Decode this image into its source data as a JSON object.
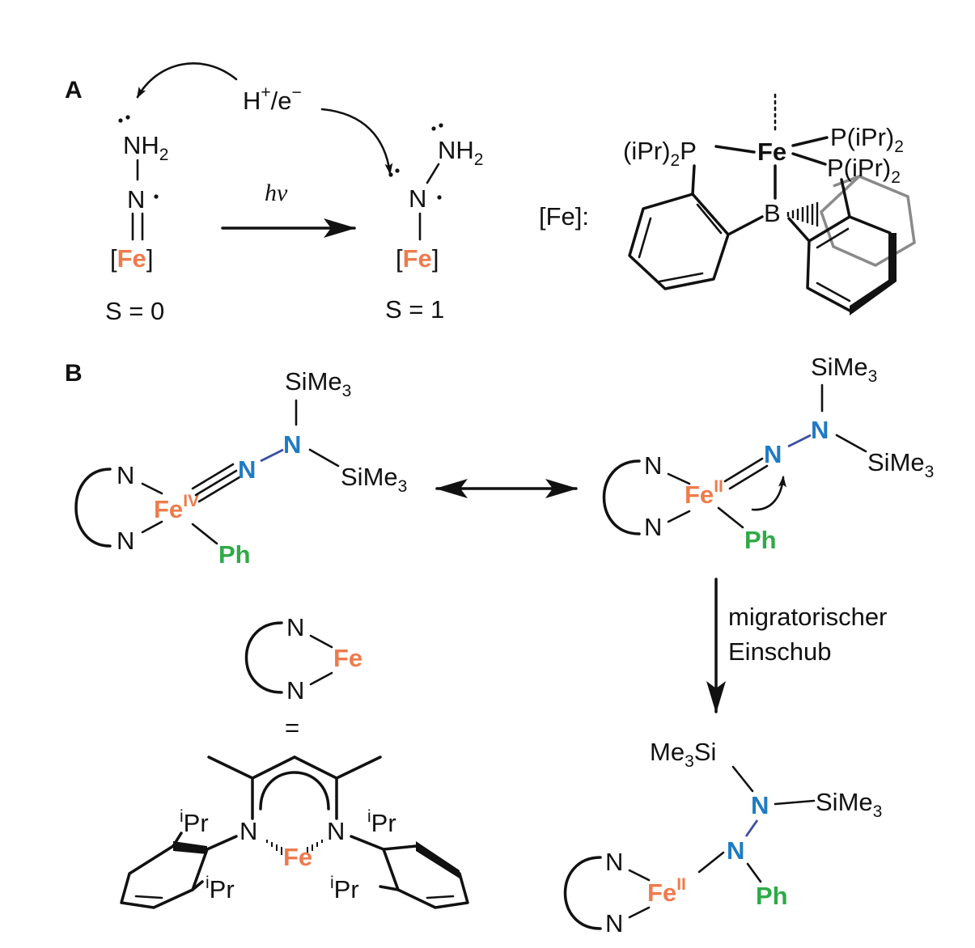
{
  "panels": {
    "a": "A",
    "b": "B"
  },
  "colors": {
    "fe": "#EE7B4D",
    "nitrogen": "#1F7BC2",
    "phenyl": "#2FAA47",
    "bond": "#111111",
    "back_ring": "#8a8a8a"
  },
  "scheme_a": {
    "reagent": "H",
    "reagent_sup": "+",
    "reagent_rest": "/e",
    "reagent_sup2": "−",
    "arrow_label": "hv",
    "left": {
      "nh2": "NH",
      "nh2_sub": "2",
      "n": "N",
      "fe": "Fe",
      "open": "[",
      "close": "]",
      "spin": "S = 0"
    },
    "right": {
      "nh2": "NH",
      "nh2_sub": "2",
      "n": "N",
      "fe": "Fe",
      "open": "[",
      "close": "]",
      "spin": "S = 1"
    },
    "ligand": {
      "label": "[Fe]:",
      "fe": "Fe",
      "b": "B",
      "p_left": "(iPr)",
      "p_left_sub": "2",
      "p_left_atom": "P",
      "p_right1": "P(iPr)",
      "p_right1_sub": "2",
      "p_right2": "P(iPr)",
      "p_right2_sub": "2"
    }
  },
  "scheme_b": {
    "left": {
      "n_top": "N",
      "n_bottom": "N",
      "fe": "Fe",
      "fe_ox": "IV",
      "n_alpha": "N",
      "n_beta": "N",
      "si_top": "SiMe",
      "si_top_sub": "3",
      "si_right": "SiMe",
      "si_right_sub": "3",
      "ph": "Ph"
    },
    "right": {
      "n_top": "N",
      "n_bottom": "N",
      "fe": "Fe",
      "fe_ox": "II",
      "n_alpha": "N",
      "n_beta": "N",
      "si_top": "SiMe",
      "si_top_sub": "3",
      "si_right": "SiMe",
      "si_right_sub": "3",
      "ph": "Ph"
    },
    "step_label_1": "migratorischer",
    "step_label_2": "Einschub",
    "product": {
      "me3si": "Me",
      "me3si_sub": "3",
      "me3si_rest": "Si",
      "si_right": "SiMe",
      "si_right_sub": "3",
      "n_top": "N",
      "n_bottom": "N",
      "n_alpha": "N",
      "n_beta": "N",
      "fe": "Fe",
      "fe_ox": "II",
      "ph": "Ph"
    },
    "legend": {
      "n_top": "N",
      "n_bottom": "N",
      "fe": "Fe",
      "equals": "=",
      "n_left": "N",
      "n_right": "N",
      "fe_center": "Fe",
      "ipr1": "Pr",
      "ipr1_sup": "i",
      "ipr2": "Pr",
      "ipr2_sup": "i",
      "ipr3": "Pr",
      "ipr3_sup": "i",
      "ipr4": "Pr",
      "ipr4_sup": "i"
    }
  }
}
